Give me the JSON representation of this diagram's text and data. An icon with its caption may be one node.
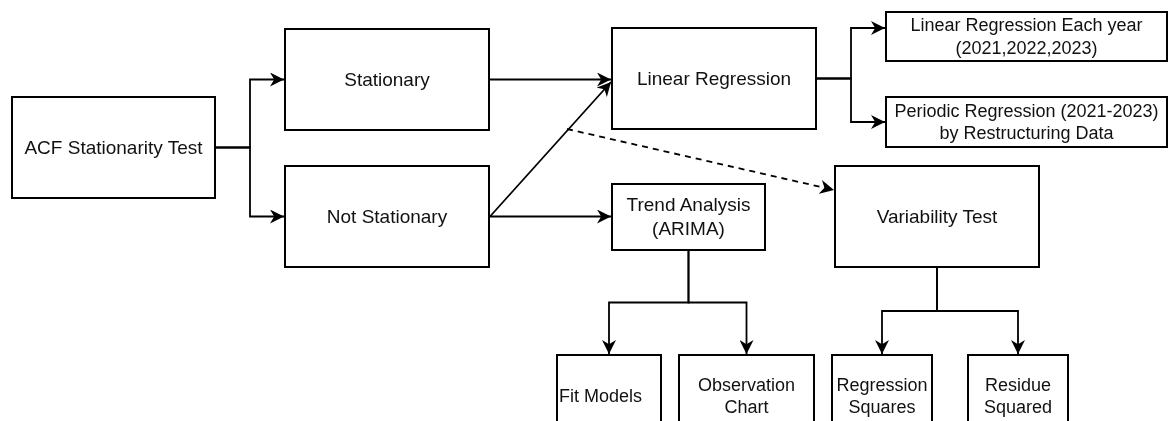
{
  "diagram": {
    "nodes": [
      {
        "text": [
          "ACF Stationarity Test"
        ]
      },
      {
        "text": [
          "Stationary"
        ]
      },
      {
        "text": [
          "Not Stationary"
        ]
      },
      {
        "text": [
          "Linear Regression"
        ]
      },
      {
        "text": [
          "Linear Regression Each year (2021,2022,2023)"
        ]
      },
      {
        "text": [
          "Periodic Regression (2021-2023) by Restructuring Data"
        ]
      },
      {
        "text": [
          "Trend Analysis (ARIMA)"
        ]
      },
      {
        "text": [
          "Variability Test"
        ]
      },
      {
        "text": [
          "Fit Models"
        ]
      },
      {
        "text": [
          "Observation Chart"
        ]
      },
      {
        "text": [
          "Regression Squares"
        ]
      },
      {
        "text": [
          "Residue Squared"
        ]
      }
    ],
    "edges": [
      {
        "from": 0,
        "to": 1,
        "arrow": "to"
      },
      {
        "from": 0,
        "to": 2,
        "arrow": "to"
      },
      {
        "from": 1,
        "to": 3,
        "arrow": "to"
      },
      {
        "from": 2,
        "to": 3,
        "arrow": "to"
      },
      {
        "from": 2,
        "to": 6,
        "arrow": "to"
      },
      {
        "from": 3,
        "to": 4,
        "arrow": "to"
      },
      {
        "from": 3,
        "to": 5,
        "arrow": "to"
      },
      {
        "from": null,
        "to": 7,
        "arrow": "to",
        "style": "dashed"
      },
      {
        "from": 6,
        "to": 8,
        "arrow": "to"
      },
      {
        "from": 6,
        "to": 9,
        "arrow": "to"
      },
      {
        "from": 7,
        "to": 10,
        "arrow": "to"
      },
      {
        "from": 7,
        "to": 11,
        "arrow": "to"
      }
    ]
  }
}
